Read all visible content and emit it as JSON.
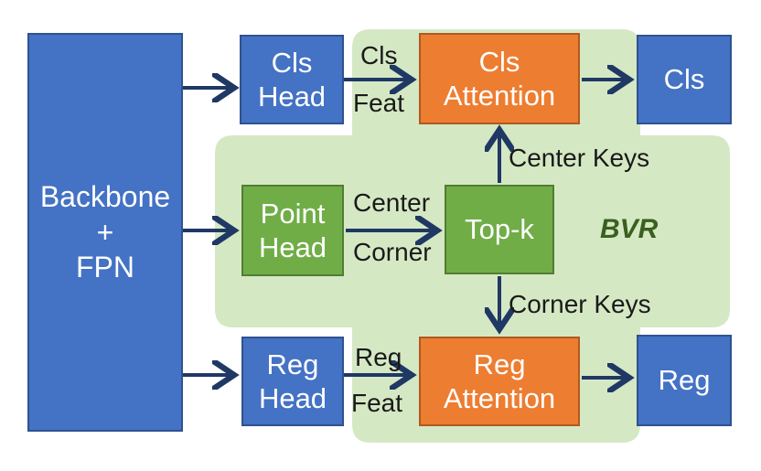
{
  "colors": {
    "blue_box": "#4472c4",
    "green_box": "#70ad47",
    "orange_box": "#ed7d31",
    "region": "#d5e8c4",
    "arrow": "#1f3864",
    "bvr_text": "#3a5f1f"
  },
  "nodes": {
    "backbone": {
      "line1": "Backbone",
      "line2": "+",
      "line3": "FPN"
    },
    "cls_head": {
      "line1": "Cls",
      "line2": "Head"
    },
    "cls_attention": {
      "line1": "Cls",
      "line2": "Attention"
    },
    "cls_out": {
      "label": "Cls"
    },
    "point_head": {
      "line1": "Point",
      "line2": "Head"
    },
    "topk": {
      "label": "Top-k"
    },
    "reg_head": {
      "line1": "Reg",
      "line2": "Head"
    },
    "reg_attention": {
      "line1": "Reg",
      "line2": "Attention"
    },
    "reg_out": {
      "label": "Reg"
    }
  },
  "edge_labels": {
    "cls_feat_1": "Cls",
    "cls_feat_2": "Feat",
    "center": "Center",
    "corner": "Corner",
    "center_keys": "Center Keys",
    "corner_keys": "Corner Keys",
    "reg_feat_1": "Reg",
    "reg_feat_2": "Feat"
  },
  "region_label": "BVR"
}
